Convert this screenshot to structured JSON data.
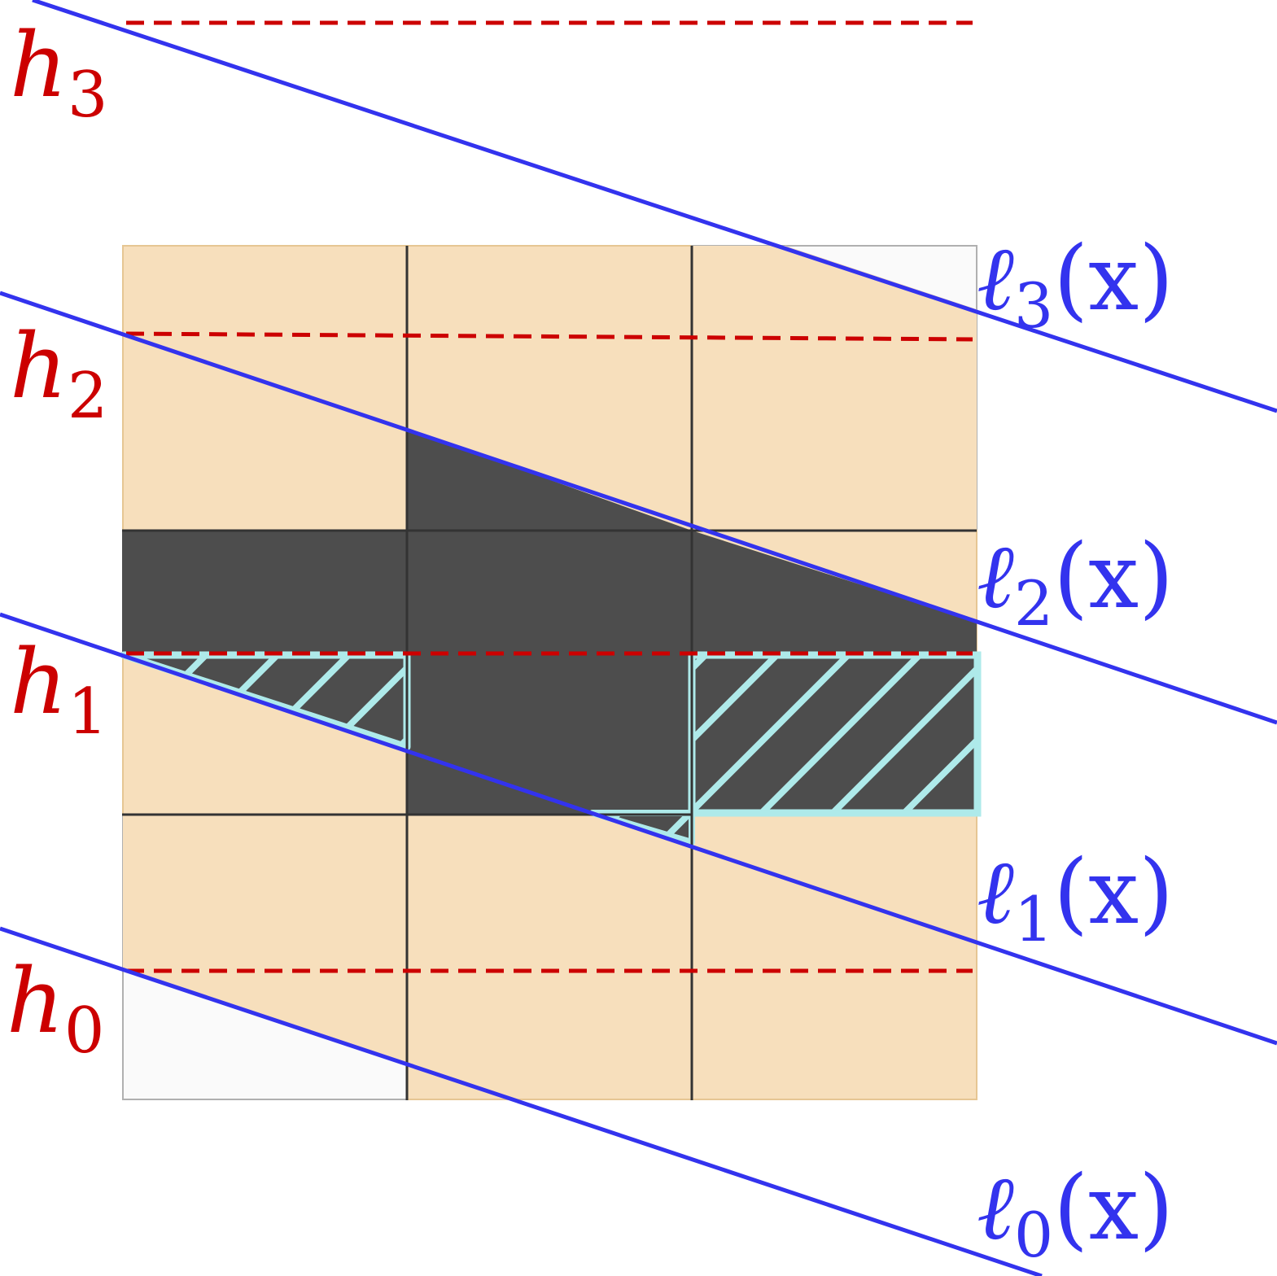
{
  "colors": {
    "cell_fill": "#f7dfbc",
    "cell_outline": "#e6c693",
    "empty_cell_fill": "#fafafa",
    "empty_cell_outline": "#b0b0b0",
    "dark_region": "#4d4d4d",
    "grid_line": "#333333",
    "hatch_outline": "#aeeaea",
    "blue_line": "#3333ee",
    "red_dashed": "#cc0000"
  },
  "levels": [
    {
      "name": "h",
      "index": "0"
    },
    {
      "name": "h",
      "index": "1"
    },
    {
      "name": "h",
      "index": "2"
    },
    {
      "name": "h",
      "index": "3"
    }
  ],
  "lines": [
    {
      "name": "ℓ",
      "index": "0",
      "arg": "(x)"
    },
    {
      "name": "ℓ",
      "index": "1",
      "arg": "(x)"
    },
    {
      "name": "ℓ",
      "index": "2",
      "arg": "(x)"
    },
    {
      "name": "ℓ",
      "index": "3",
      "arg": "(x)"
    }
  ]
}
